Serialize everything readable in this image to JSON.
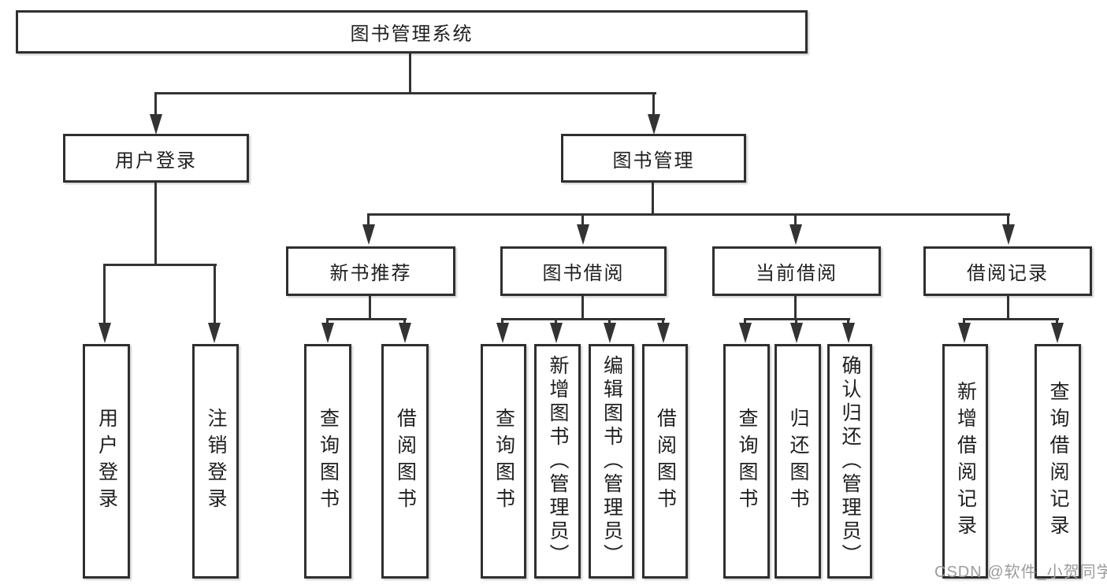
{
  "tree": {
    "label": "图书管理系统",
    "children": [
      {
        "label": "用户登录",
        "children": [
          {
            "label": "用户登录"
          },
          {
            "label": "注销登录"
          }
        ]
      },
      {
        "label": "图书管理",
        "children": [
          {
            "label": "新书推荐",
            "children": [
              {
                "label": "查询图书"
              },
              {
                "label": "借阅图书"
              }
            ]
          },
          {
            "label": "图书借阅",
            "children": [
              {
                "label": "查询图书"
              },
              {
                "label": "新增图书（管理员）"
              },
              {
                "label": "编辑图书（管理员）"
              },
              {
                "label": "借阅图书"
              }
            ]
          },
          {
            "label": "当前借阅",
            "children": [
              {
                "label": "查询图书"
              },
              {
                "label": "归还图书"
              },
              {
                "label": "确认归还（管理员）"
              }
            ]
          },
          {
            "label": "借阅记录",
            "children": [
              {
                "label": "新增借阅记录"
              },
              {
                "label": "查询借阅记录"
              }
            ]
          }
        ]
      }
    ]
  },
  "watermark": "CSDN @软件_小贺同学",
  "colors": {
    "line": "#333333",
    "border": "#2f2f2f",
    "text": "#1f1f1f",
    "background": "#ffffff",
    "watermark": "#9c9c9c"
  }
}
